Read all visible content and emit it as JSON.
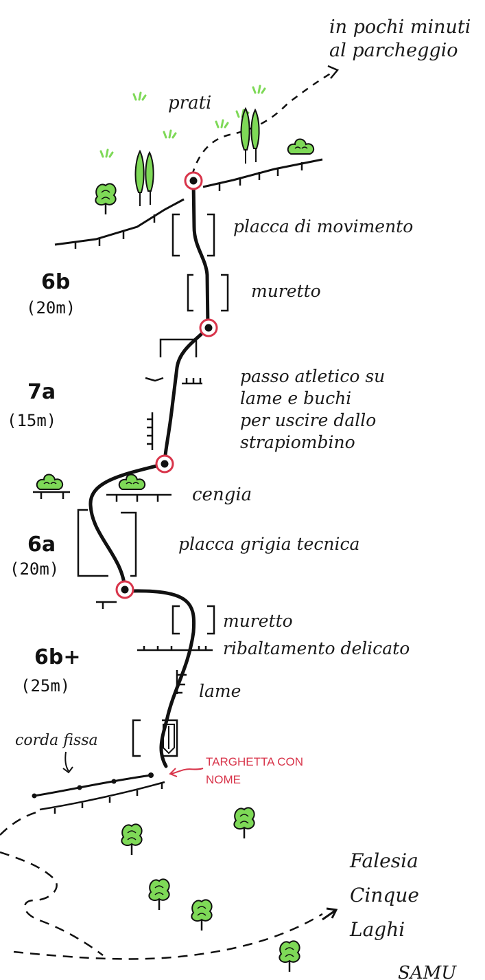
{
  "notes": {
    "top_line1": "in pochi minuti",
    "top_line2": "al parcheggio",
    "meadows": "prati",
    "slab_moves": "placca di movimento",
    "wall1": "muretto",
    "athletic1": "passo atletico su",
    "athletic2": "lame e buchi",
    "athletic3": "per uscire dallo",
    "athletic4": "strapiombino",
    "ledge": "cengia",
    "grey_slab": "placca grigia tecnica",
    "wall2": "muretto",
    "mantle": "ribaltamento delicato",
    "flakes": "lame",
    "fixed_rope": "corda fissa",
    "plate1": "TARGHETTA CON",
    "plate2": "NOME",
    "crag1": "Falesia",
    "crag2": "Cinque",
    "crag3": "Laghi",
    "signature": "SAMU"
  },
  "pitches": [
    {
      "grade": "6b",
      "length": "(20m)"
    },
    {
      "grade": "7a",
      "length": "(15m)"
    },
    {
      "grade": "6a",
      "length": "(20m)"
    },
    {
      "grade": "6b+",
      "length": "(25m)"
    }
  ],
  "colors": {
    "ink": "#111111",
    "belay": "#d8344a",
    "bush": "#7ed957",
    "annotation": "#d8344a"
  },
  "icons": [
    "bush-icon",
    "tree-icon",
    "grass-icon",
    "belay-icon",
    "arrow-icon"
  ]
}
